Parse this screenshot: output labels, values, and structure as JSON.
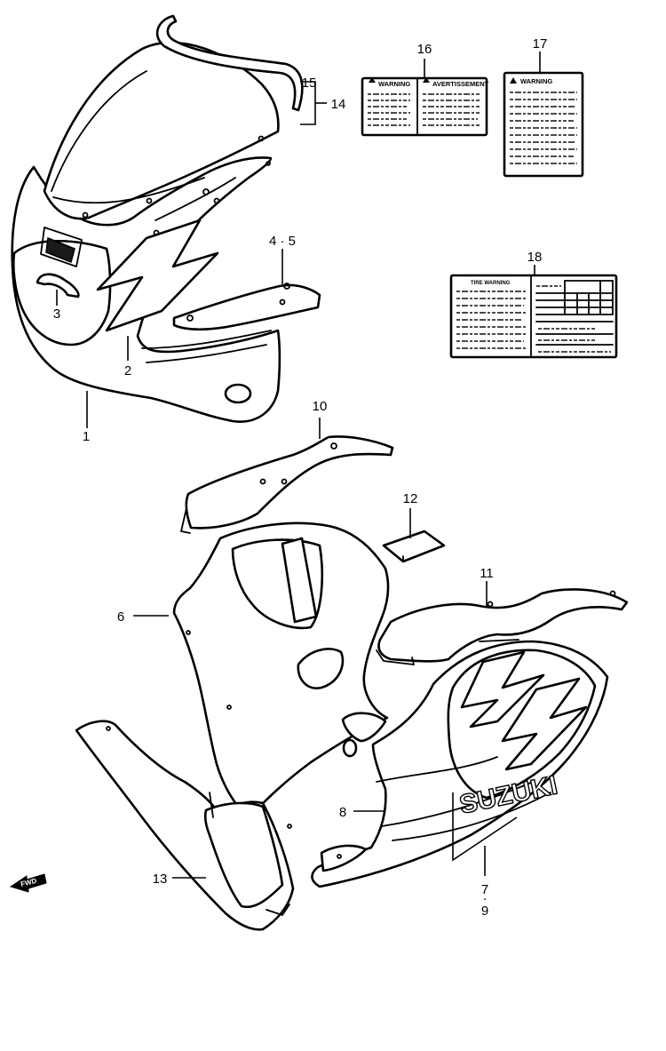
{
  "callouts": {
    "c1": "1",
    "c2": "2",
    "c3": "3",
    "c45": "4 · 5",
    "c6": "6",
    "c79a": "7",
    "c79b": "·",
    "c79c": "9",
    "c8": "8",
    "c10": "10",
    "c11": "11",
    "c12": "12",
    "c13": "13",
    "c14": "14",
    "c15": "15",
    "c16": "16",
    "c17": "17",
    "c18": "18"
  },
  "labels": {
    "warning_16_left": "WARNING",
    "warning_16_right": "AVERTISSEMENT",
    "warning_17": "WARNING",
    "label_18_title": "TIRE WARNING"
  },
  "fwd_arrow": "FWD",
  "decal_text": "SUZUKI"
}
